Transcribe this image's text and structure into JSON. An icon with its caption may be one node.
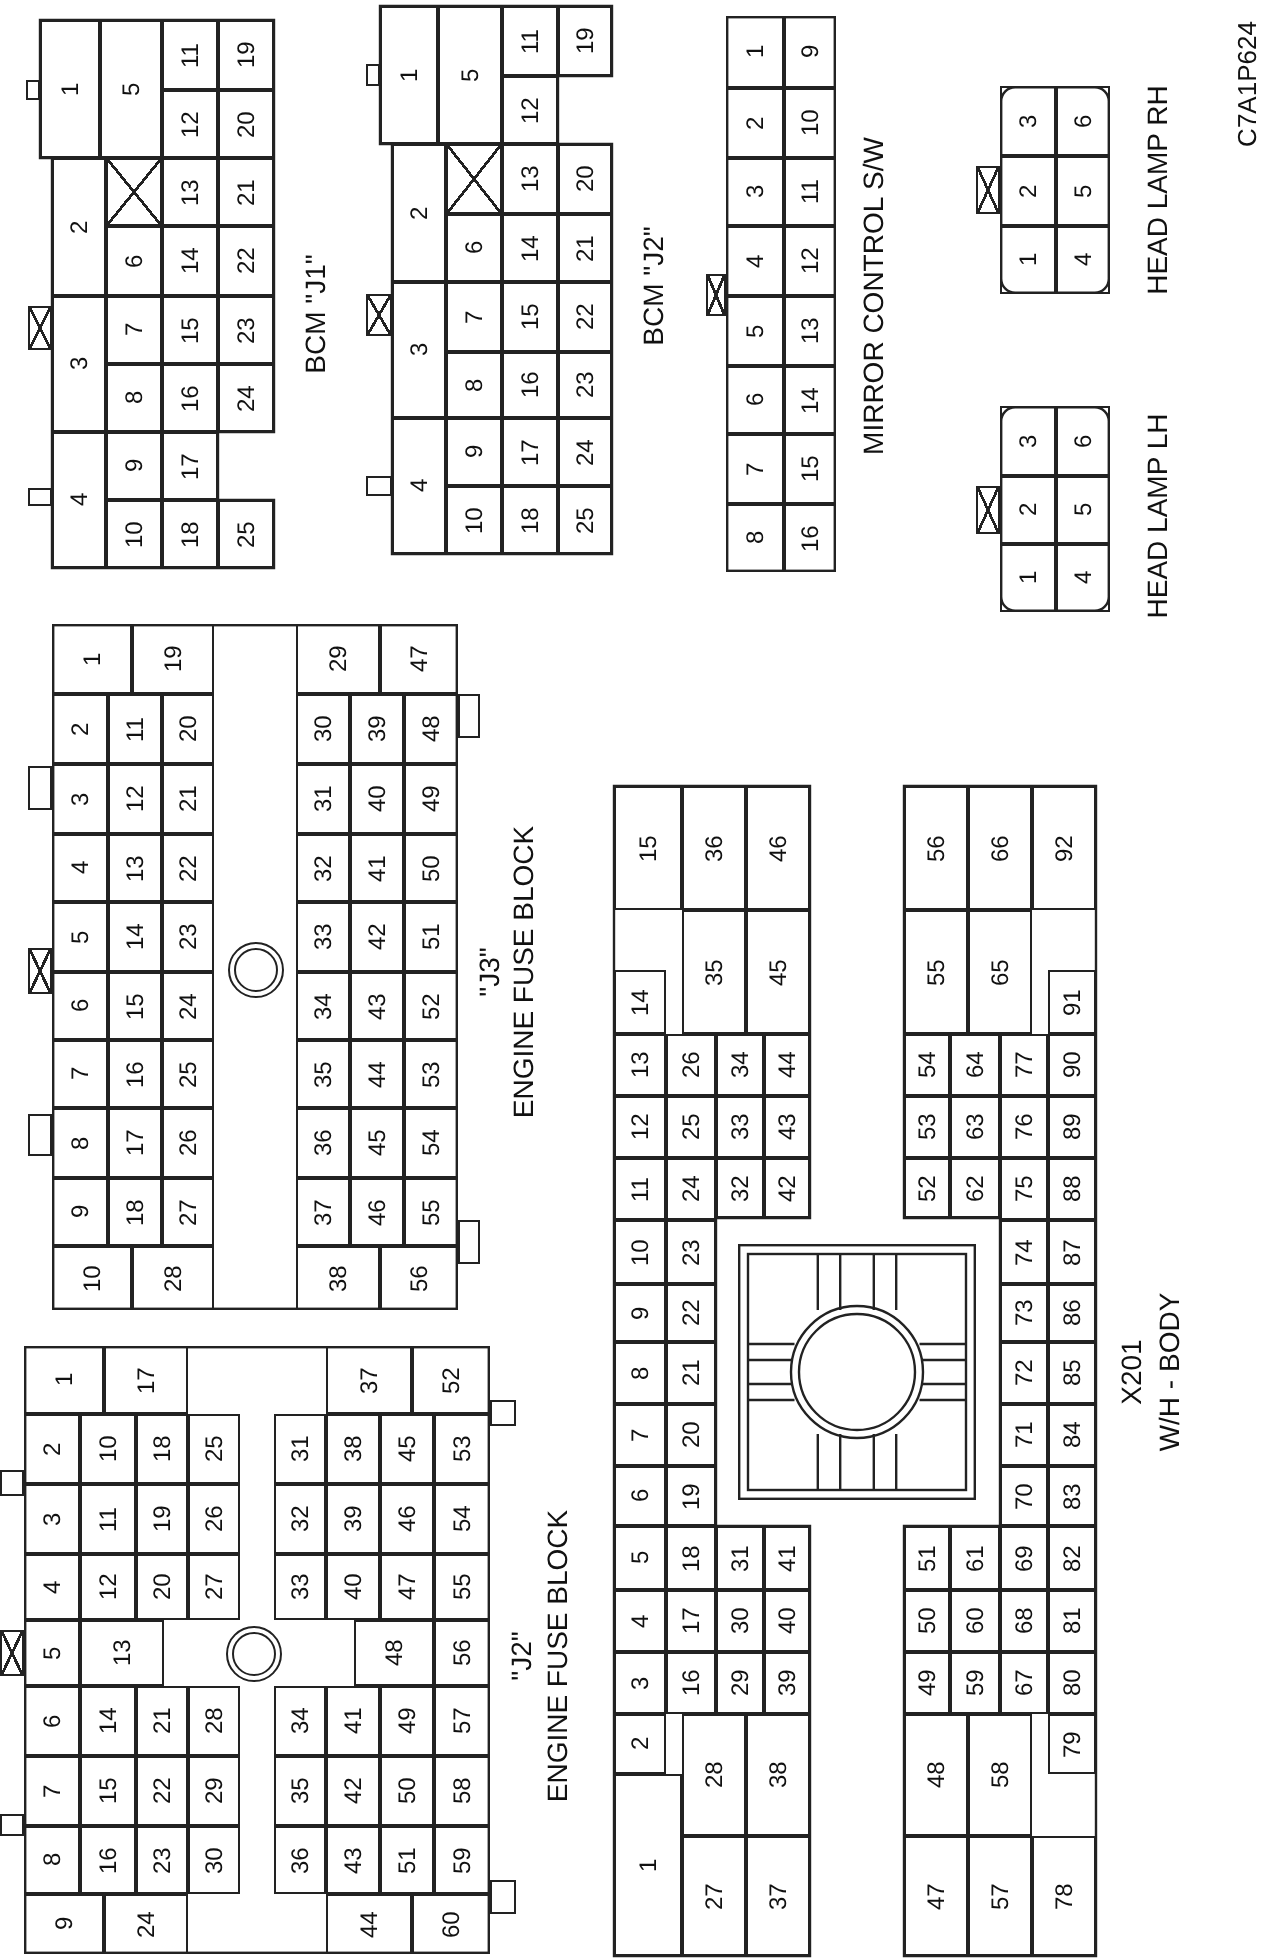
{
  "diagram": {
    "nodes": [
      {
        "text": [
          "BCM \"J1\""
        ]
      },
      {
        "text": [
          "1"
        ],
        "in": 0
      },
      {
        "text": [
          "2"
        ],
        "in": 0
      },
      {
        "text": [
          "3"
        ],
        "in": 0
      },
      {
        "text": [
          "4"
        ],
        "in": 0
      },
      {
        "text": [
          "5"
        ],
        "in": 0
      },
      {
        "text": [
          "6"
        ],
        "in": 0
      },
      {
        "text": [
          "7"
        ],
        "in": 0
      },
      {
        "text": [
          "8"
        ],
        "in": 0
      },
      {
        "text": [
          "9"
        ],
        "in": 0
      },
      {
        "text": [
          "10"
        ],
        "in": 0
      },
      {
        "text": [
          "11"
        ],
        "in": 0
      },
      {
        "text": [
          "12"
        ],
        "in": 0
      },
      {
        "text": [
          "13"
        ],
        "in": 0
      },
      {
        "text": [
          "14"
        ],
        "in": 0
      },
      {
        "text": [
          "15"
        ],
        "in": 0
      },
      {
        "text": [
          "16"
        ],
        "in": 0
      },
      {
        "text": [
          "17"
        ],
        "in": 0
      },
      {
        "text": [
          "18"
        ],
        "in": 0
      },
      {
        "text": [
          "19"
        ],
        "in": 0
      },
      {
        "text": [
          "20"
        ],
        "in": 0
      },
      {
        "text": [
          "21"
        ],
        "in": 0
      },
      {
        "text": [
          "22"
        ],
        "in": 0
      },
      {
        "text": [
          "23"
        ],
        "in": 0
      },
      {
        "text": [
          "24"
        ],
        "in": 0
      },
      {
        "text": [
          "25"
        ],
        "in": 0
      },
      {
        "text": [],
        "shape": "box",
        "in": 0
      },
      {
        "text": [
          "BCM \"J2\""
        ]
      },
      {
        "text": [
          "1"
        ],
        "in": 27
      },
      {
        "text": [
          "2"
        ],
        "in": 27
      },
      {
        "text": [
          "3"
        ],
        "in": 27
      },
      {
        "text": [
          "4"
        ],
        "in": 27
      },
      {
        "text": [
          "5"
        ],
        "in": 27
      },
      {
        "text": [
          "6"
        ],
        "in": 27
      },
      {
        "text": [
          "7"
        ],
        "in": 27
      },
      {
        "text": [
          "8"
        ],
        "in": 27
      },
      {
        "text": [
          "9"
        ],
        "in": 27
      },
      {
        "text": [
          "10"
        ],
        "in": 27
      },
      {
        "text": [
          "11"
        ],
        "in": 27
      },
      {
        "text": [
          "12"
        ],
        "in": 27
      },
      {
        "text": [
          "13"
        ],
        "in": 27
      },
      {
        "text": [
          "14"
        ],
        "in": 27
      },
      {
        "text": [
          "15"
        ],
        "in": 27
      },
      {
        "text": [
          "16"
        ],
        "in": 27
      },
      {
        "text": [
          "17"
        ],
        "in": 27
      },
      {
        "text": [
          "18"
        ],
        "in": 27
      },
      {
        "text": [
          "19"
        ],
        "in": 27
      },
      {
        "text": [
          "20"
        ],
        "in": 27
      },
      {
        "text": [
          "21"
        ],
        "in": 27
      },
      {
        "text": [
          "22"
        ],
        "in": 27
      },
      {
        "text": [
          "23"
        ],
        "in": 27
      },
      {
        "text": [
          "24"
        ],
        "in": 27
      },
      {
        "text": [
          "25"
        ],
        "in": 27
      },
      {
        "text": [],
        "shape": "box",
        "in": 27
      },
      {
        "text": [
          "MIRROR CONTROL S/W"
        ]
      },
      {
        "text": [
          "1"
        ],
        "in": 54
      },
      {
        "text": [
          "2"
        ],
        "in": 54
      },
      {
        "text": [
          "3"
        ],
        "in": 54
      },
      {
        "text": [
          "4"
        ],
        "in": 54
      },
      {
        "text": [
          "5"
        ],
        "in": 54
      },
      {
        "text": [
          "6"
        ],
        "in": 54
      },
      {
        "text": [
          "7"
        ],
        "in": 54
      },
      {
        "text": [
          "8"
        ],
        "in": 54
      },
      {
        "text": [
          "9"
        ],
        "in": 54
      },
      {
        "text": [
          "10"
        ],
        "in": 54
      },
      {
        "text": [
          "11"
        ],
        "in": 54
      },
      {
        "text": [
          "12"
        ],
        "in": 54
      },
      {
        "text": [
          "13"
        ],
        "in": 54
      },
      {
        "text": [
          "14"
        ],
        "in": 54
      },
      {
        "text": [
          "15"
        ],
        "in": 54
      },
      {
        "text": [
          "16"
        ],
        "in": 54
      },
      {
        "text": [
          "HEAD LAMP RH"
        ]
      },
      {
        "text": [
          "1"
        ],
        "in": 71
      },
      {
        "text": [
          "2"
        ],
        "in": 71
      },
      {
        "text": [
          "3"
        ],
        "in": 71
      },
      {
        "text": [
          "4"
        ],
        "in": 71
      },
      {
        "text": [
          "5"
        ],
        "in": 71
      },
      {
        "text": [
          "6"
        ],
        "in": 71
      },
      {
        "text": [
          "HEAD LAMP LH"
        ]
      },
      {
        "text": [
          "1"
        ],
        "in": 78
      },
      {
        "text": [
          "2"
        ],
        "in": 78
      },
      {
        "text": [
          "3"
        ],
        "in": 78
      },
      {
        "text": [
          "4"
        ],
        "in": 78
      },
      {
        "text": [
          "5"
        ],
        "in": 78
      },
      {
        "text": [
          "6"
        ],
        "in": 78
      },
      {
        "text": [
          "\"J3\"",
          "ENGINE FUSE BLOCK"
        ]
      },
      {
        "text": [
          "1"
        ],
        "in": 85
      },
      {
        "text": [
          "2"
        ],
        "in": 85
      },
      {
        "text": [
          "3"
        ],
        "in": 85
      },
      {
        "text": [
          "4"
        ],
        "in": 85
      },
      {
        "text": [
          "5"
        ],
        "in": 85
      },
      {
        "text": [
          "6"
        ],
        "in": 85
      },
      {
        "text": [
          "7"
        ],
        "in": 85
      },
      {
        "text": [
          "8"
        ],
        "in": 85
      },
      {
        "text": [
          "9"
        ],
        "in": 85
      },
      {
        "text": [
          "10"
        ],
        "in": 85
      },
      {
        "text": [
          "11"
        ],
        "in": 85
      },
      {
        "text": [
          "12"
        ],
        "in": 85
      },
      {
        "text": [
          "13"
        ],
        "in": 85
      },
      {
        "text": [
          "14"
        ],
        "in": 85
      },
      {
        "text": [
          "15"
        ],
        "in": 85
      },
      {
        "text": [
          "16"
        ],
        "in": 85
      },
      {
        "text": [
          "17"
        ],
        "in": 85
      },
      {
        "text": [
          "18"
        ],
        "in": 85
      },
      {
        "text": [
          "19"
        ],
        "in": 85
      },
      {
        "text": [
          "20"
        ],
        "in": 85
      },
      {
        "text": [
          "21"
        ],
        "in": 85
      },
      {
        "text": [
          "22"
        ],
        "in": 85
      },
      {
        "text": [
          "23"
        ],
        "in": 85
      },
      {
        "text": [
          "24"
        ],
        "in": 85
      },
      {
        "text": [
          "25"
        ],
        "in": 85
      },
      {
        "text": [
          "26"
        ],
        "in": 85
      },
      {
        "text": [
          "27"
        ],
        "in": 85
      },
      {
        "text": [
          "28"
        ],
        "in": 85
      },
      {
        "text": [
          "29"
        ],
        "in": 85
      },
      {
        "text": [
          "30"
        ],
        "in": 85
      },
      {
        "text": [
          "31"
        ],
        "in": 85
      },
      {
        "text": [
          "32"
        ],
        "in": 85
      },
      {
        "text": [
          "33"
        ],
        "in": 85
      },
      {
        "text": [
          "34"
        ],
        "in": 85
      },
      {
        "text": [
          "35"
        ],
        "in": 85
      },
      {
        "text": [
          "36"
        ],
        "in": 85
      },
      {
        "text": [
          "37"
        ],
        "in": 85
      },
      {
        "text": [
          "38"
        ],
        "in": 85
      },
      {
        "text": [
          "39"
        ],
        "in": 85
      },
      {
        "text": [
          "40"
        ],
        "in": 85
      },
      {
        "text": [
          "41"
        ],
        "in": 85
      },
      {
        "text": [
          "42"
        ],
        "in": 85
      },
      {
        "text": [
          "43"
        ],
        "in": 85
      },
      {
        "text": [
          "44"
        ],
        "in": 85
      },
      {
        "text": [
          "45"
        ],
        "in": 85
      },
      {
        "text": [
          "46"
        ],
        "in": 85
      },
      {
        "text": [
          "47"
        ],
        "in": 85
      },
      {
        "text": [
          "48"
        ],
        "in": 85
      },
      {
        "text": [
          "49"
        ],
        "in": 85
      },
      {
        "text": [
          "50"
        ],
        "in": 85
      },
      {
        "text": [
          "51"
        ],
        "in": 85
      },
      {
        "text": [
          "52"
        ],
        "in": 85
      },
      {
        "text": [
          "53"
        ],
        "in": 85
      },
      {
        "text": [
          "54"
        ],
        "in": 85
      },
      {
        "text": [
          "55"
        ],
        "in": 85
      },
      {
        "text": [
          "56"
        ],
        "in": 85
      },
      {
        "text": [
          "X201",
          "W/H - BODY"
        ]
      },
      {
        "text": [
          "1"
        ],
        "in": 142
      },
      {
        "text": [
          "2"
        ],
        "in": 142
      },
      {
        "text": [
          "3"
        ],
        "in": 142
      },
      {
        "text": [
          "4"
        ],
        "in": 142
      },
      {
        "text": [
          "5"
        ],
        "in": 142
      },
      {
        "text": [
          "6"
        ],
        "in": 142
      },
      {
        "text": [
          "7"
        ],
        "in": 142
      },
      {
        "text": [
          "8"
        ],
        "in": 142
      },
      {
        "text": [
          "9"
        ],
        "in": 142
      },
      {
        "text": [
          "10"
        ],
        "in": 142
      },
      {
        "text": [
          "11"
        ],
        "in": 142
      },
      {
        "text": [
          "12"
        ],
        "in": 142
      },
      {
        "text": [
          "13"
        ],
        "in": 142
      },
      {
        "text": [
          "14"
        ],
        "in": 142
      },
      {
        "text": [
          "15"
        ],
        "in": 142
      },
      {
        "text": [
          "16"
        ],
        "in": 142
      },
      {
        "text": [
          "17"
        ],
        "in": 142
      },
      {
        "text": [
          "18"
        ],
        "in": 142
      },
      {
        "text": [
          "19"
        ],
        "in": 142
      },
      {
        "text": [
          "20"
        ],
        "in": 142
      },
      {
        "text": [
          "21"
        ],
        "in": 142
      },
      {
        "text": [
          "22"
        ],
        "in": 142
      },
      {
        "text": [
          "23"
        ],
        "in": 142
      },
      {
        "text": [
          "24"
        ],
        "in": 142
      },
      {
        "text": [
          "25"
        ],
        "in": 142
      },
      {
        "text": [
          "26"
        ],
        "in": 142
      },
      {
        "text": [
          "27"
        ],
        "in": 142
      },
      {
        "text": [
          "28"
        ],
        "in": 142
      },
      {
        "text": [
          "29"
        ],
        "in": 142
      },
      {
        "text": [
          "30"
        ],
        "in": 142
      },
      {
        "text": [
          "31"
        ],
        "in": 142
      },
      {
        "text": [
          "32"
        ],
        "in": 142
      },
      {
        "text": [
          "33"
        ],
        "in": 142
      },
      {
        "text": [
          "34"
        ],
        "in": 142
      },
      {
        "text": [
          "35"
        ],
        "in": 142
      },
      {
        "text": [
          "36"
        ],
        "in": 142
      },
      {
        "text": [
          "37"
        ],
        "in": 142
      },
      {
        "text": [
          "38"
        ],
        "in": 142
      },
      {
        "text": [
          "39"
        ],
        "in": 142
      },
      {
        "text": [
          "40"
        ],
        "in": 142
      },
      {
        "text": [
          "41"
        ],
        "in": 142
      },
      {
        "text": [
          "42"
        ],
        "in": 142
      },
      {
        "text": [
          "43"
        ],
        "in": 142
      },
      {
        "text": [
          "44"
        ],
        "in": 142
      },
      {
        "text": [
          "45"
        ],
        "in": 142
      },
      {
        "text": [
          "46"
        ],
        "in": 142
      },
      {
        "text": [
          "47"
        ],
        "in": 142
      },
      {
        "text": [
          "48"
        ],
        "in": 142
      },
      {
        "text": [
          "49"
        ],
        "in": 142
      },
      {
        "text": [
          "50"
        ],
        "in": 142
      },
      {
        "text": [
          "51"
        ],
        "in": 142
      },
      {
        "text": [
          "52"
        ],
        "in": 142
      },
      {
        "text": [
          "53"
        ],
        "in": 142
      },
      {
        "text": [
          "54"
        ],
        "in": 142
      },
      {
        "text": [
          "55"
        ],
        "in": 142
      },
      {
        "text": [
          "56"
        ],
        "in": 142
      },
      {
        "text": [
          "57"
        ],
        "in": 142
      },
      {
        "text": [
          "58"
        ],
        "in": 142
      },
      {
        "text": [
          "59"
        ],
        "in": 142
      },
      {
        "text": [
          "60"
        ],
        "in": 142
      },
      {
        "text": [
          "61"
        ],
        "in": 142
      },
      {
        "text": [
          "62"
        ],
        "in": 142
      },
      {
        "text": [
          "63"
        ],
        "in": 142
      },
      {
        "text": [
          "64"
        ],
        "in": 142
      },
      {
        "text": [
          "65"
        ],
        "in": 142
      },
      {
        "text": [
          "66"
        ],
        "in": 142
      },
      {
        "text": [
          "67"
        ],
        "in": 142
      },
      {
        "text": [
          "68"
        ],
        "in": 142
      },
      {
        "text": [
          "69"
        ],
        "in": 142
      },
      {
        "text": [
          "70"
        ],
        "in": 142
      },
      {
        "text": [
          "71"
        ],
        "in": 142
      },
      {
        "text": [
          "72"
        ],
        "in": 142
      },
      {
        "text": [
          "73"
        ],
        "in": 142
      },
      {
        "text": [
          "74"
        ],
        "in": 142
      },
      {
        "text": [
          "75"
        ],
        "in": 142
      },
      {
        "text": [
          "76"
        ],
        "in": 142
      },
      {
        "text": [
          "77"
        ],
        "in": 142
      },
      {
        "text": [
          "78"
        ],
        "in": 142
      },
      {
        "text": [
          "79"
        ],
        "in": 142
      },
      {
        "text": [
          "80"
        ],
        "in": 142
      },
      {
        "text": [
          "81"
        ],
        "in": 142
      },
      {
        "text": [
          "82"
        ],
        "in": 142
      },
      {
        "text": [
          "83"
        ],
        "in": 142
      },
      {
        "text": [
          "84"
        ],
        "in": 142
      },
      {
        "text": [
          "85"
        ],
        "in": 142
      },
      {
        "text": [
          "86"
        ],
        "in": 142
      },
      {
        "text": [
          "87"
        ],
        "in": 142
      },
      {
        "text": [
          "88"
        ],
        "in": 142
      },
      {
        "text": [
          "89"
        ],
        "in": 142
      },
      {
        "text": [
          "90"
        ],
        "in": 142
      },
      {
        "text": [
          "91"
        ],
        "in": 142
      },
      {
        "text": [
          "92"
        ],
        "in": 142
      },
      {
        "text": [
          "\"J2\"",
          "ENGINE FUSE BLOCK"
        ]
      },
      {
        "text": [
          "1"
        ],
        "in": 235
      },
      {
        "text": [
          "2"
        ],
        "in": 235
      },
      {
        "text": [
          "3"
        ],
        "in": 235
      },
      {
        "text": [
          "4"
        ],
        "in": 235
      },
      {
        "text": [
          "5"
        ],
        "in": 235
      },
      {
        "text": [
          "6"
        ],
        "in": 235
      },
      {
        "text": [
          "7"
        ],
        "in": 235
      },
      {
        "text": [
          "8"
        ],
        "in": 235
      },
      {
        "text": [
          "9"
        ],
        "in": 235
      },
      {
        "text": [
          "10"
        ],
        "in": 235
      },
      {
        "text": [
          "11"
        ],
        "in": 235
      },
      {
        "text": [
          "12"
        ],
        "in": 235
      },
      {
        "text": [
          "13"
        ],
        "in": 235
      },
      {
        "text": [
          "14"
        ],
        "in": 235
      },
      {
        "text": [
          "15"
        ],
        "in": 235
      },
      {
        "text": [
          "16"
        ],
        "in": 235
      },
      {
        "text": [
          "17"
        ],
        "in": 235
      },
      {
        "text": [
          "18"
        ],
        "in": 235
      },
      {
        "text": [
          "19"
        ],
        "in": 235
      },
      {
        "text": [
          "20"
        ],
        "in": 235
      },
      {
        "text": [
          "21"
        ],
        "in": 235
      },
      {
        "text": [
          "22"
        ],
        "in": 235
      },
      {
        "text": [
          "23"
        ],
        "in": 235
      },
      {
        "text": [
          "24"
        ],
        "in": 235
      },
      {
        "text": [
          "25"
        ],
        "in": 235
      },
      {
        "text": [
          "26"
        ],
        "in": 235
      },
      {
        "text": [
          "27"
        ],
        "in": 235
      },
      {
        "text": [
          "28"
        ],
        "in": 235
      },
      {
        "text": [
          "29"
        ],
        "in": 235
      },
      {
        "text": [
          "30"
        ],
        "in": 235
      },
      {
        "text": [
          "31"
        ],
        "in": 235
      },
      {
        "text": [
          "32"
        ],
        "in": 235
      },
      {
        "text": [
          "33"
        ],
        "in": 235
      },
      {
        "text": [
          "34"
        ],
        "in": 235
      },
      {
        "text": [
          "35"
        ],
        "in": 235
      },
      {
        "text": [
          "36"
        ],
        "in": 235
      },
      {
        "text": [
          "37"
        ],
        "in": 235
      },
      {
        "text": [
          "38"
        ],
        "in": 235
      },
      {
        "text": [
          "39"
        ],
        "in": 235
      },
      {
        "text": [
          "40"
        ],
        "in": 235
      },
      {
        "text": [
          "41"
        ],
        "in": 235
      },
      {
        "text": [
          "42"
        ],
        "in": 235
      },
      {
        "text": [
          "43"
        ],
        "in": 235
      },
      {
        "text": [
          "44"
        ],
        "in": 235
      },
      {
        "text": [
          "45"
        ],
        "in": 235
      },
      {
        "text": [
          "46"
        ],
        "in": 235
      },
      {
        "text": [
          "47"
        ],
        "in": 235
      },
      {
        "text": [
          "48"
        ],
        "in": 235
      },
      {
        "text": [
          "49"
        ],
        "in": 235
      },
      {
        "text": [
          "50"
        ],
        "in": 235
      },
      {
        "text": [
          "51"
        ],
        "in": 235
      },
      {
        "text": [
          "52"
        ],
        "in": 235
      },
      {
        "text": [
          "53"
        ],
        "in": 235
      },
      {
        "text": [
          "54"
        ],
        "in": 235
      },
      {
        "text": [
          "55"
        ],
        "in": 235
      },
      {
        "text": [
          "56"
        ],
        "in": 235
      },
      {
        "text": [
          "57"
        ],
        "in": 235
      },
      {
        "text": [
          "58"
        ],
        "in": 235
      },
      {
        "text": [
          "59"
        ],
        "in": 235
      },
      {
        "text": [
          "60"
        ],
        "in": 235
      }
    ],
    "labels": [
      "C7A1P624"
    ]
  }
}
